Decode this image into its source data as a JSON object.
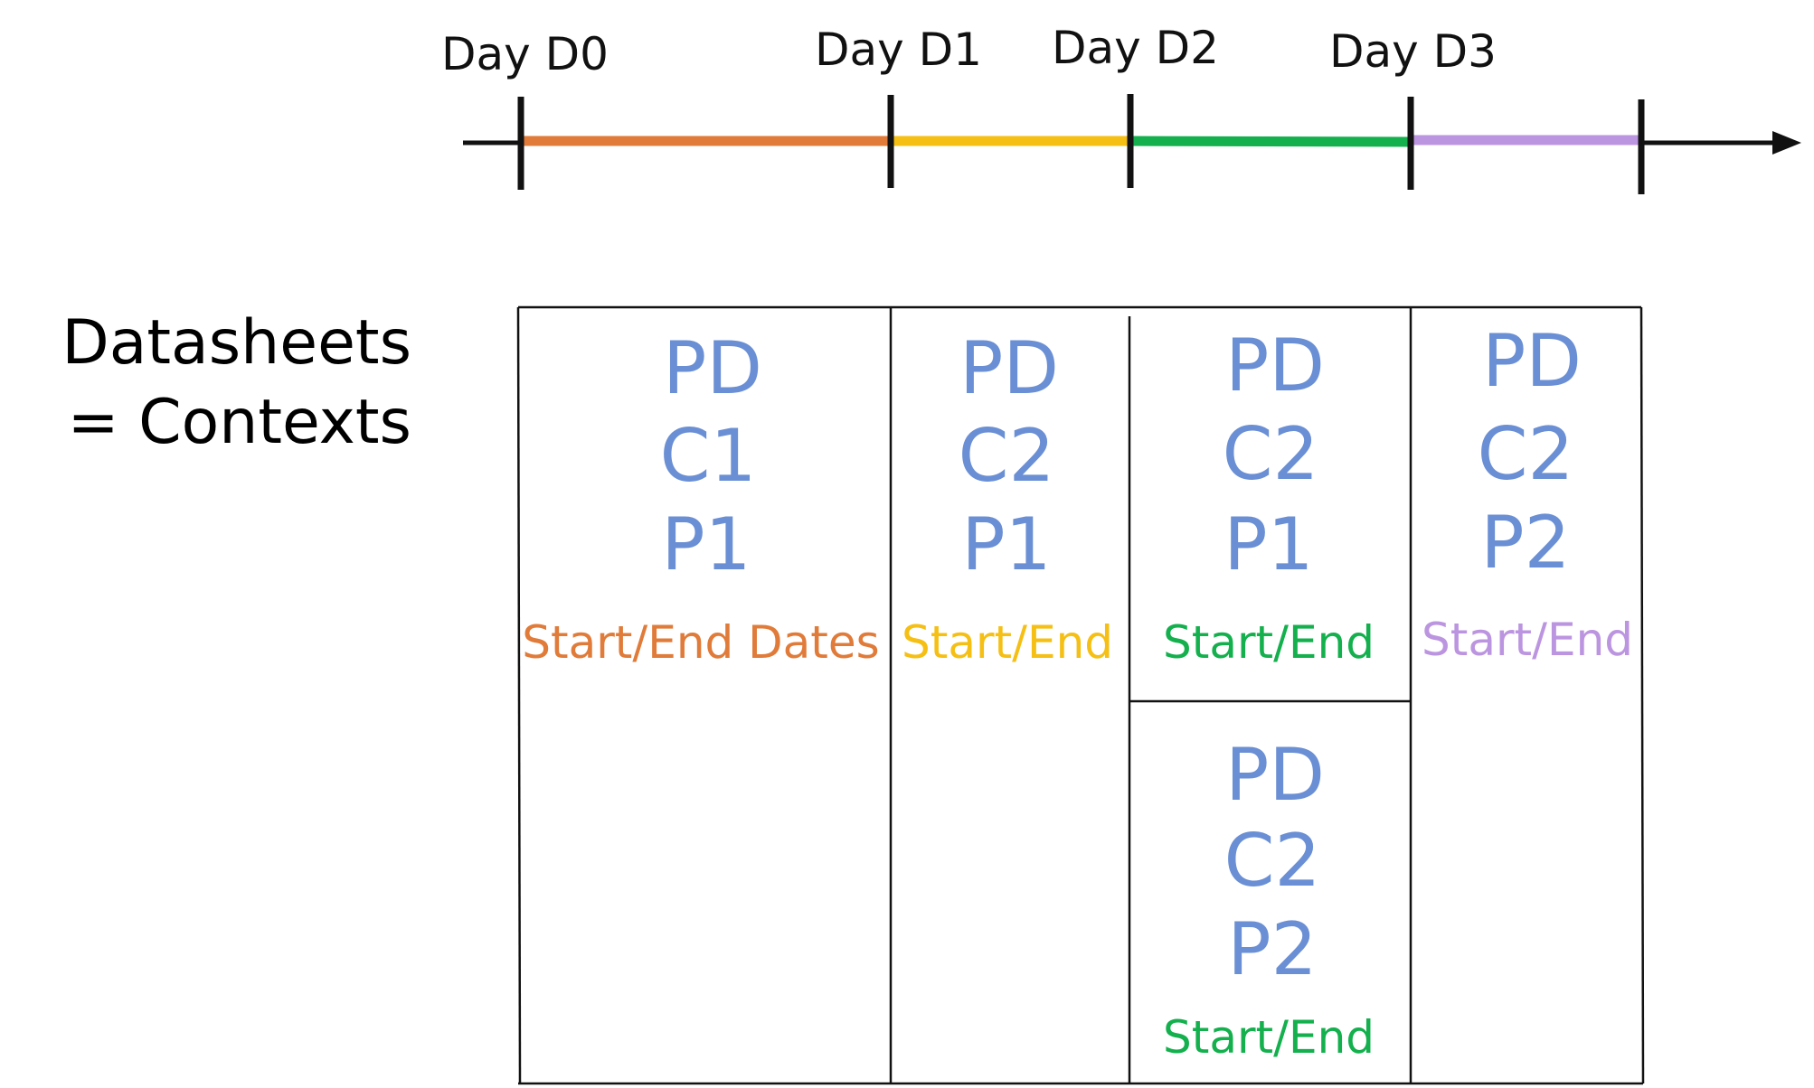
{
  "timeline": {
    "days": [
      "Day D0",
      "Day D1",
      "Day D2",
      "Day D3"
    ],
    "segment_colors": [
      "#e07b39",
      "#f5bf14",
      "#13b04d",
      "#bc95e0"
    ],
    "axis_color": "#111111"
  },
  "side_label": {
    "line1": "Datasheets",
    "line2": "= Contexts"
  },
  "contexts": [
    {
      "line1": "PD",
      "line2": "C1",
      "line3": "P1",
      "dates": "Start/End Dates",
      "dates_color": "#e07b39"
    },
    {
      "line1": "PD",
      "line2": "C2",
      "line3": "P1",
      "dates": "Start/End",
      "dates_color": "#f5bf14"
    },
    {
      "line1": "PD",
      "line2": "C2",
      "line3": "P1",
      "dates": "Start/End",
      "dates_color": "#13b04d"
    },
    {
      "line1": "PD",
      "line2": "C2",
      "line3": "P2",
      "dates": "Start/End",
      "dates_color": "#13b04d"
    },
    {
      "line1": "PD",
      "line2": "C2",
      "line3": "P2",
      "dates": "Start/End",
      "dates_color": "#bc95e0"
    }
  ],
  "context_text_color": "#6a8fd4"
}
